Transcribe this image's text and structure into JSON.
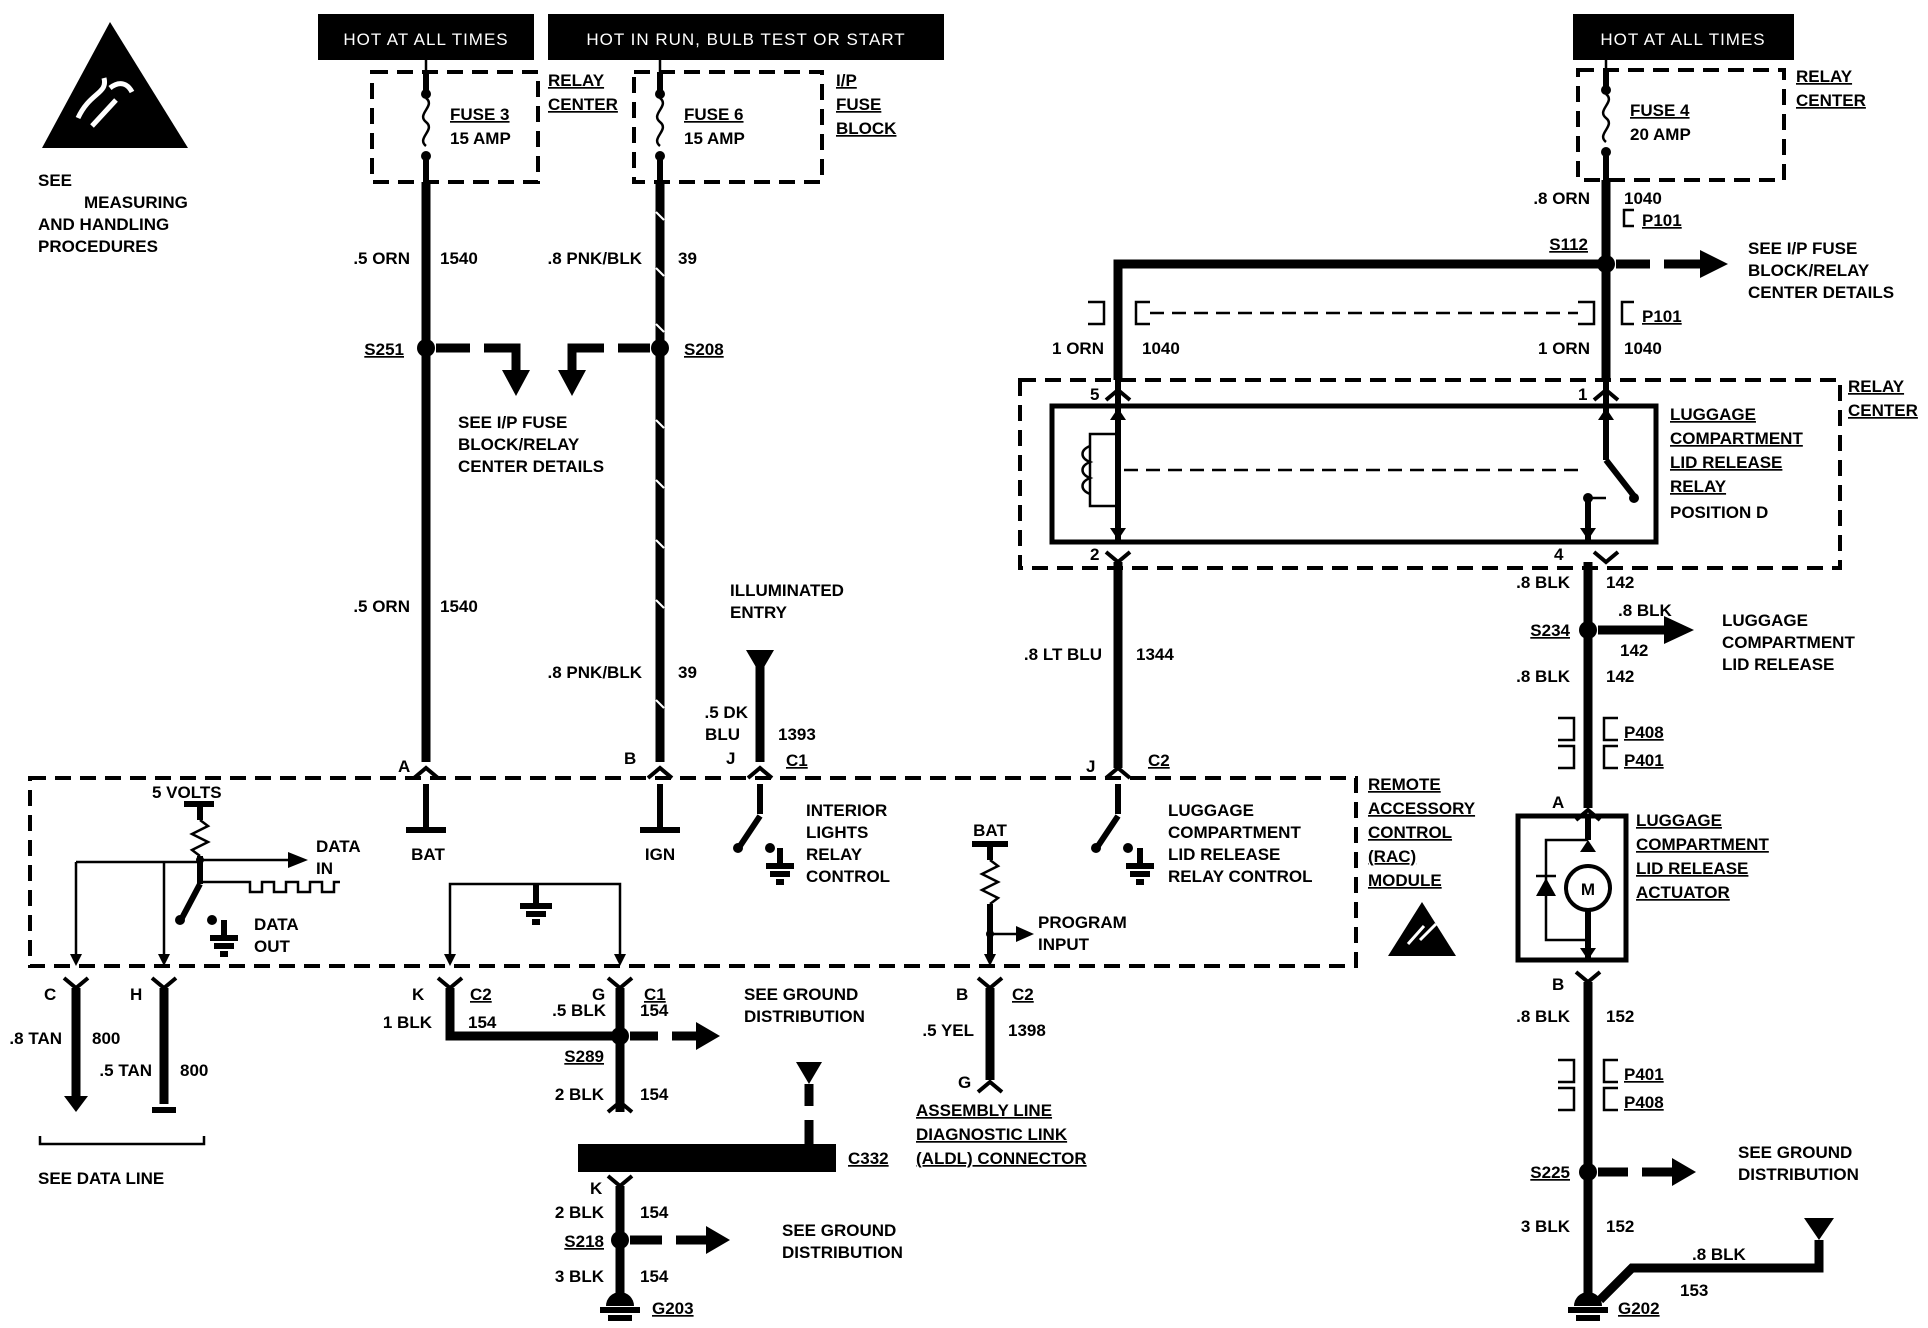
{
  "headers": {
    "left": "HOT AT ALL TIMES",
    "middle": "HOT IN RUN, BULB TEST OR START",
    "right": "HOT AT ALL TIMES"
  },
  "esd_notice": {
    "line1": "SEE",
    "line2": "MEASURING",
    "line3": "AND HANDLING",
    "line4": "PROCEDURES"
  },
  "fuses": {
    "fuse3": {
      "name": "FUSE 3",
      "rating": "15 AMP",
      "location_line1": "RELAY",
      "location_line2": "CENTER"
    },
    "fuse6": {
      "name": "FUSE 6",
      "rating": "15 AMP",
      "location_line1": "I/P",
      "location_line2": "FUSE",
      "location_line3": "BLOCK"
    },
    "fuse4": {
      "name": "FUSE 4",
      "rating": "20 AMP",
      "location_line1": "RELAY",
      "location_line2": "CENTER"
    }
  },
  "wires": {
    "w1540_top": {
      "gauge": ".5 ORN",
      "circuit": "1540"
    },
    "w39_top": {
      "gauge": ".8 PNK/BLK",
      "circuit": "39"
    },
    "w1540_low": {
      "gauge": ".5 ORN",
      "circuit": "1540"
    },
    "w39_low": {
      "gauge": ".8 PNK/BLK",
      "circuit": "39"
    },
    "w1393": {
      "gauge_line1": ".5 DK",
      "gauge_line2": "BLU",
      "circuit": "1393"
    },
    "w1344": {
      "gauge": ".8 LT BLU",
      "circuit": "1344"
    },
    "w1040_fuse": {
      "gauge": ".8 ORN",
      "circuit": "1040"
    },
    "w1040_left": {
      "gauge": "1 ORN",
      "circuit": "1040"
    },
    "w1040_right": {
      "gauge": "1 ORN",
      "circuit": "1040"
    },
    "w142_a": {
      "gauge": ".8 BLK",
      "circuit": "142"
    },
    "w142_b": {
      "gauge": ".8 BLK",
      "circuit": "142"
    },
    "w142_c": {
      "gauge": ".8 BLK",
      "circuit": "142"
    },
    "w152_a": {
      "gauge": ".8 BLK",
      "circuit": "152"
    },
    "w152_b": {
      "gauge": "3 BLK",
      "circuit": "152"
    },
    "w153": {
      "gauge": ".8 BLK",
      "circuit": "153"
    },
    "w800_c": {
      "gauge": ".8 TAN",
      "circuit": "800"
    },
    "w800_h": {
      "gauge": ".5 TAN",
      "circuit": "800"
    },
    "w154_k": {
      "gauge": "1 BLK",
      "circuit": "154"
    },
    "w154_g": {
      "gauge": ".5 BLK",
      "circuit": "154"
    },
    "w154_s289": {
      "gauge": "2 BLK",
      "circuit": "154"
    },
    "w154_c332": {
      "gauge": "2 BLK",
      "circuit": "154"
    },
    "w154_s218": {
      "gauge": "3 BLK",
      "circuit": "154"
    },
    "w1398": {
      "gauge": ".5 YEL",
      "circuit": "1398"
    }
  },
  "splices": {
    "s251": "S251",
    "s208": "S208",
    "s112": "S112",
    "s234": "S234",
    "s289": "S289",
    "s218": "S218",
    "s225": "S225"
  },
  "connectors": {
    "p101_top": "P101",
    "p101_mid": "P101",
    "p408_a": "P408",
    "p401_a": "P401",
    "p401_b": "P401",
    "p408_b": "P408",
    "c1_top": "C1",
    "c2_top": "C2",
    "c2_k": "C2",
    "c1_g": "C1",
    "c2_b": "C2",
    "c332": "C332"
  },
  "grounds": {
    "g203": "G203",
    "g202": "G202"
  },
  "pins": {
    "a_bat": "A",
    "b_ign": "B",
    "j_c1": "J",
    "j_c2": "J",
    "c_data": "C",
    "h_data": "H",
    "k_gnd": "K",
    "g_gnd": "G",
    "b_aldl": "B",
    "g_aldl": "G",
    "k_c332": "K",
    "relay_5": "5",
    "relay_1": "1",
    "relay_2": "2",
    "relay_4": "4",
    "act_a": "A",
    "act_b": "B"
  },
  "notes": {
    "ip_fuse_details_left": [
      "SEE I/P FUSE",
      "BLOCK/RELAY",
      "CENTER DETAILS"
    ],
    "ip_fuse_details_right": [
      "SEE I/P FUSE",
      "BLOCK/RELAY",
      "CENTER DETAILS"
    ],
    "illuminated_entry": [
      "ILLUMINATED",
      "ENTRY"
    ],
    "luggage_release_out": [
      "LUGGAGE",
      "COMPARTMENT",
      "LID RELEASE"
    ],
    "ground_dist_1": [
      "SEE GROUND",
      "DISTRIBUTION"
    ],
    "ground_dist_2": [
      "SEE GROUND",
      "DISTRIBUTION"
    ],
    "ground_dist_3": [
      "SEE GROUND",
      "DISTRIBUTION"
    ],
    "see_data_line": "SEE DATA LINE"
  },
  "relay": {
    "name": [
      "LUGGAGE",
      "COMPARTMENT",
      "LID RELEASE",
      "RELAY"
    ],
    "position": "POSITION D",
    "location": [
      "RELAY",
      "CENTER"
    ]
  },
  "module": {
    "name": [
      "REMOTE",
      "ACCESSORY",
      "CONTROL",
      "(RAC)",
      "MODULE"
    ],
    "five_volts": "5 VOLTS",
    "data_in": [
      "DATA",
      "IN"
    ],
    "data_out": [
      "DATA",
      "OUT"
    ],
    "bat_a": "BAT",
    "ign": "IGN",
    "interior_lights": [
      "INTERIOR",
      "LIGHTS",
      "RELAY",
      "CONTROL"
    ],
    "bat_prog": "BAT",
    "program_input": [
      "PROGRAM",
      "INPUT"
    ],
    "lid_relay_control": [
      "LUGGAGE",
      "COMPARTMENT",
      "LID RELEASE",
      "RELAY CONTROL"
    ]
  },
  "actuator": {
    "name": [
      "LUGGAGE",
      "COMPARTMENT",
      "LID RELEASE",
      "ACTUATOR"
    ],
    "motor_label": "M"
  },
  "aldl": {
    "name": [
      "ASSEMBLY LINE",
      "DIAGNOSTIC LINK",
      "(ALDL) CONNECTOR"
    ]
  }
}
